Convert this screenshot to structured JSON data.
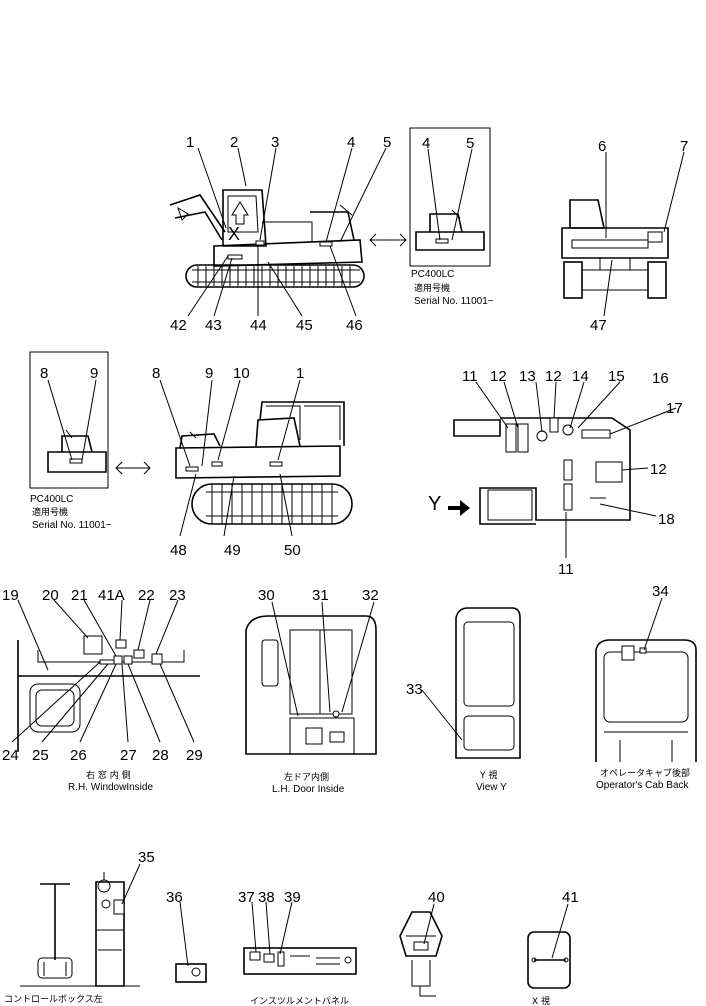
{
  "callouts": {
    "n1": "1",
    "n2": "2",
    "n3": "3",
    "n4": "4",
    "n5": "5",
    "n6": "6",
    "n7": "7",
    "n8": "8",
    "n9": "9",
    "n10": "10",
    "n11": "11",
    "n12": "12",
    "n13": "13",
    "n14": "14",
    "n15": "15",
    "n16": "16",
    "n17": "17",
    "n18": "18",
    "n19": "19",
    "n20": "20",
    "n21": "21",
    "n41A": "41A",
    "n22": "22",
    "n23": "23",
    "n24": "24",
    "n25": "25",
    "n26": "26",
    "n27": "27",
    "n28": "28",
    "n29": "29",
    "n30": "30",
    "n31": "31",
    "n32": "32",
    "n33": "33",
    "n34": "34",
    "n35": "35",
    "n36": "36",
    "n37": "37",
    "n38": "38",
    "n39": "39",
    "n40": "40",
    "n41": "41",
    "n42": "42",
    "n43": "43",
    "n44": "44",
    "n45": "45",
    "n46": "46",
    "n47": "47",
    "n48": "48",
    "n49": "49",
    "n50": "50"
  },
  "marks": {
    "x": "X",
    "y": "Y"
  },
  "captions": {
    "pc400lc_top": "PC400LC",
    "jp_applicable_top": "適用号機",
    "serial_top": "Serial No. 11001~",
    "pc400lc_mid": "PC400LC",
    "jp_applicable_mid": "適用号機",
    "serial_mid": "Serial No. 11001~",
    "jp_rh_window": "右 窓 内 側",
    "rh_window": "R.H. WindowInside",
    "jp_lh_door": "左ドア内側",
    "lh_door": "L.H. Door Inside",
    "jp_view_y": "Y 視",
    "view_y": "View Y",
    "jp_cab_back": "オペレータキャブ後部",
    "cab_back": "Operator's Cab Back",
    "jp_control_box": "コントロールボックス左",
    "jp_instrument_panel": "インスツルメントパネル",
    "jp_view_x": "X 視"
  }
}
